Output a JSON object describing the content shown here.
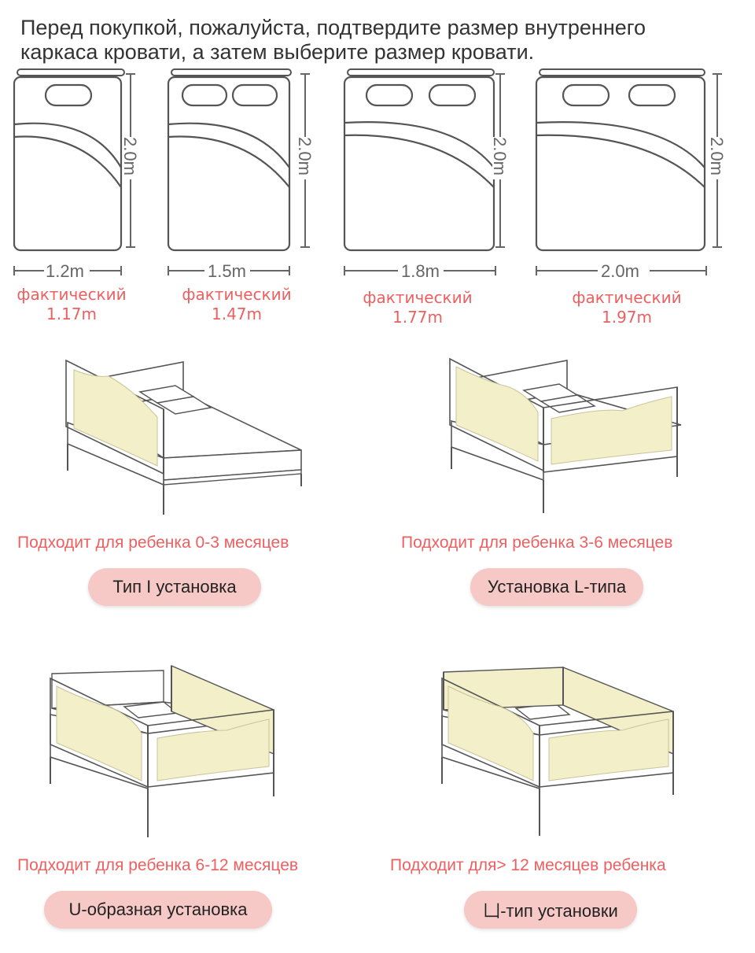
{
  "intro": {
    "line1": "Перед покупкой, пожалуйста, подтвердите размер внутреннего",
    "line2": "каркаса кровати, а затем выберите размер кровати."
  },
  "beds": [
    {
      "width_label": "1.2m",
      "length_label": "2.0m",
      "actual_label": "фактический",
      "actual_value": "1.17m",
      "pillows": 1
    },
    {
      "width_label": "1.5m",
      "length_label": "2.0m",
      "actual_label": "фактический",
      "actual_value": "1.47m",
      "pillows": 2
    },
    {
      "width_label": "1.8m",
      "length_label": "2.0m",
      "actual_label": "фактический",
      "actual_value": "1.77m",
      "pillows": 2
    },
    {
      "width_label": "2.0m",
      "length_label": "2.0m",
      "actual_label": "фактический",
      "actual_value": "1.97m",
      "pillows": 2
    }
  ],
  "installations": [
    {
      "suitable": "Подходит для ребенка 0-3 месяцев",
      "type": "Тип I установка"
    },
    {
      "suitable": "Подходит для ребенка 3-6 месяцев",
      "type": "Установка L-типа"
    },
    {
      "suitable": "Подходит для ребенка 6-12 месяцев",
      "type": "U-образная установка"
    },
    {
      "suitable": "Подходит для> 12 месяцев ребенка",
      "type": "凵-тип установки"
    }
  ],
  "colors": {
    "accent_red": "#ee5f5f",
    "pill_pink": "#f6c8c6",
    "rail_fabric": "#f3efc8",
    "outline": "#555555"
  }
}
